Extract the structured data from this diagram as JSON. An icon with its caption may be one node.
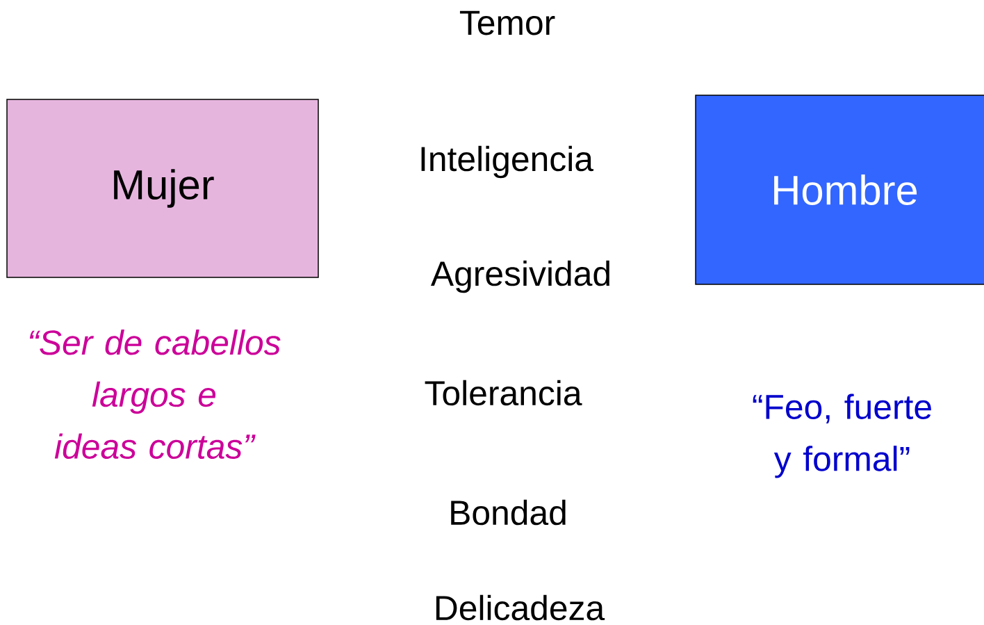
{
  "diagram": {
    "nodes": [
      {
        "text": [
          "Mujer"
        ],
        "beside": [
          "“Ser de cabellos largos e ideas cortas”"
        ]
      },
      {
        "text": [
          "Hombre"
        ],
        "beside": [
          "“Feo, fuerte y formal”"
        ]
      }
    ],
    "labels": [
      "Temor",
      "Inteligencia",
      "Agresividad",
      "Tolerancia",
      "Bondad",
      "Delicadeza"
    ]
  }
}
